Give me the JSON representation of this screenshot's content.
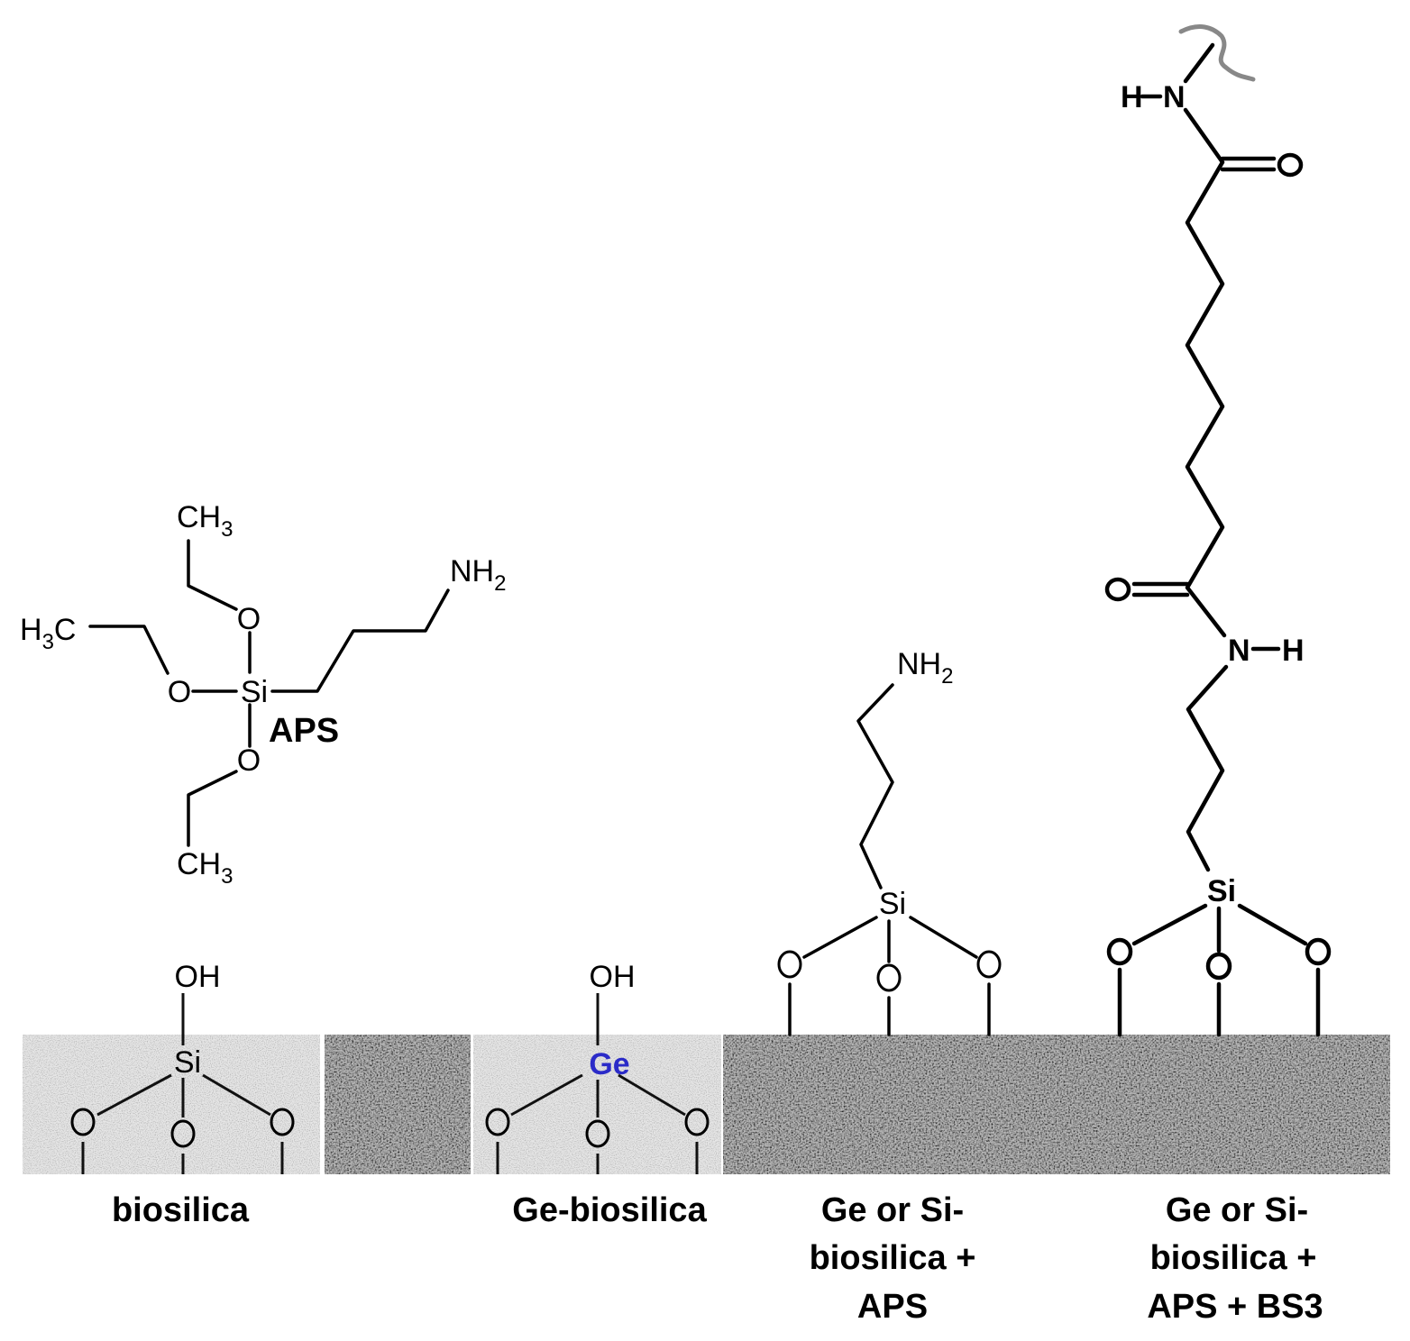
{
  "colors": {
    "ge_accent": "#2b2bc8",
    "wavy_tail": "#888888",
    "surface_light": "#e4e4e4",
    "surface_dark": "#b8b8b8"
  },
  "aps_molecule": {
    "ch3_top": "CH",
    "ch3_top_sub": "3",
    "h3c_left": "H",
    "h3c_left_sub": "3",
    "h3c_left_c": "C",
    "nh2": "NH",
    "nh2_sub": "2",
    "o": "O",
    "si": "Si",
    "ch3_bottom": "CH",
    "ch3_bottom_sub": "3",
    "name": "APS"
  },
  "panels": [
    {
      "oh": "OH",
      "center": "Si",
      "o": "O",
      "label_lines": [
        "biosilica"
      ]
    },
    {
      "oh": "OH",
      "center": "Ge",
      "o": "O",
      "label_lines": [
        "Ge-biosilica"
      ]
    },
    {
      "nh2": "NH",
      "nh2_sub": "2",
      "center": "Si",
      "o": "O",
      "label_lines": [
        "Ge or Si-",
        "biosilica +",
        "APS"
      ]
    },
    {
      "nh_top_h": "H",
      "nh_top_n": "N",
      "carbonyl_o": "O",
      "nh_bottom_n": "N",
      "nh_bottom_h": "H",
      "center": "Si",
      "o": "O",
      "label_lines": [
        "Ge or Si-",
        "biosilica +",
        "APS + BS3"
      ]
    }
  ]
}
